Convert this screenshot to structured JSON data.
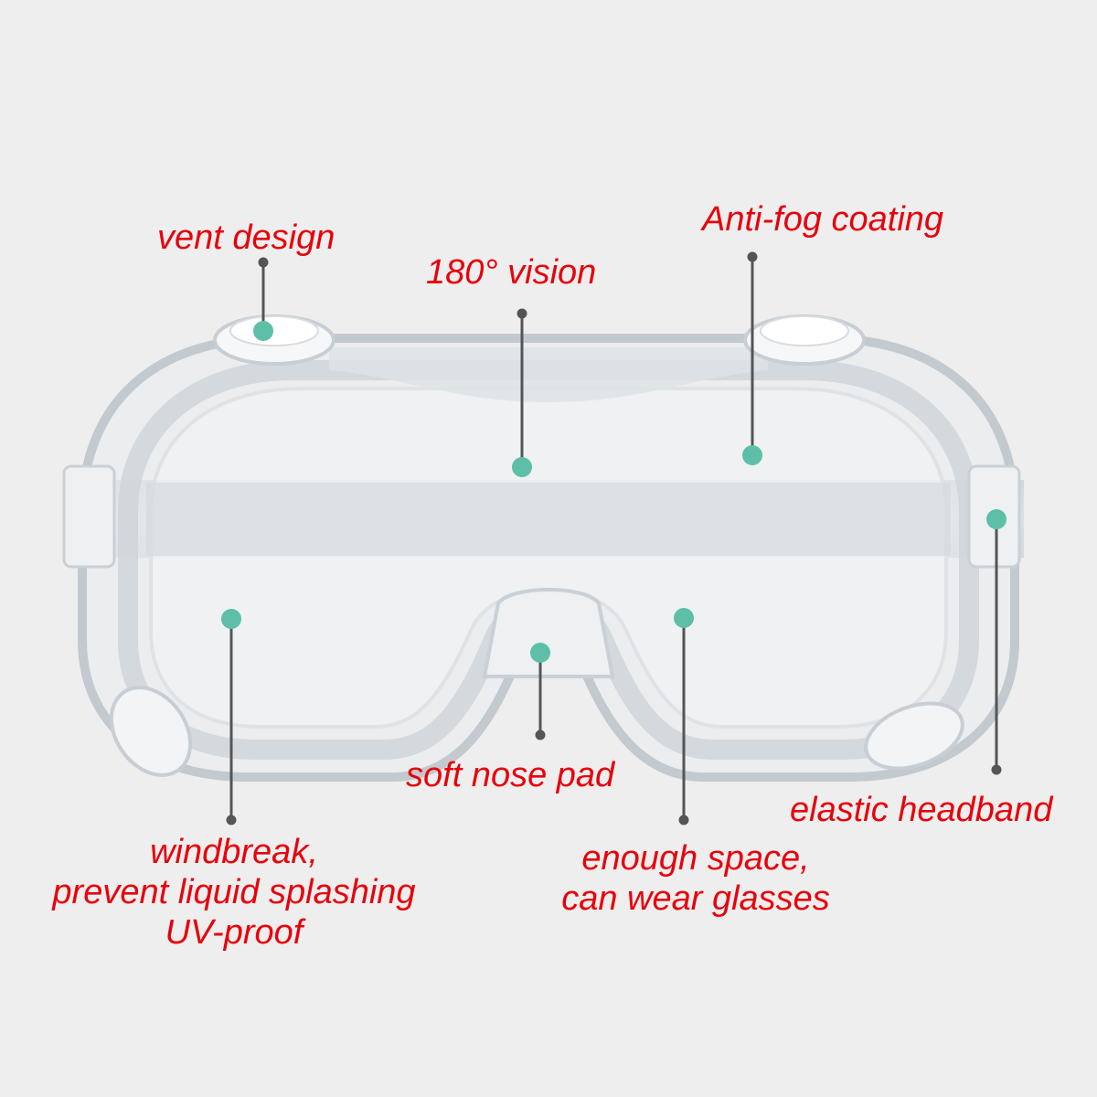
{
  "colors": {
    "background": "#eeeeee",
    "label_text": "#e8000b",
    "marker": "#5dbfa8",
    "leader_line": "#555555",
    "frame": "#c9d0d6",
    "frame_light": "#e6eaee",
    "strap": "#d4d7da"
  },
  "product": "protective goggles",
  "callouts": [
    {
      "id": "vent",
      "lines": [
        "vent design"
      ]
    },
    {
      "id": "vision",
      "lines": [
        "180° vision"
      ]
    },
    {
      "id": "antifog",
      "lines": [
        "Anti-fog coating"
      ]
    },
    {
      "id": "headband",
      "lines": [
        "elastic headband"
      ]
    },
    {
      "id": "nose",
      "lines": [
        "soft nose pad"
      ]
    },
    {
      "id": "space",
      "lines": [
        "enough space,",
        "can wear glasses"
      ]
    },
    {
      "id": "wind",
      "lines": [
        "windbreak,",
        "prevent liquid splashing",
        "UV-proof"
      ]
    }
  ]
}
